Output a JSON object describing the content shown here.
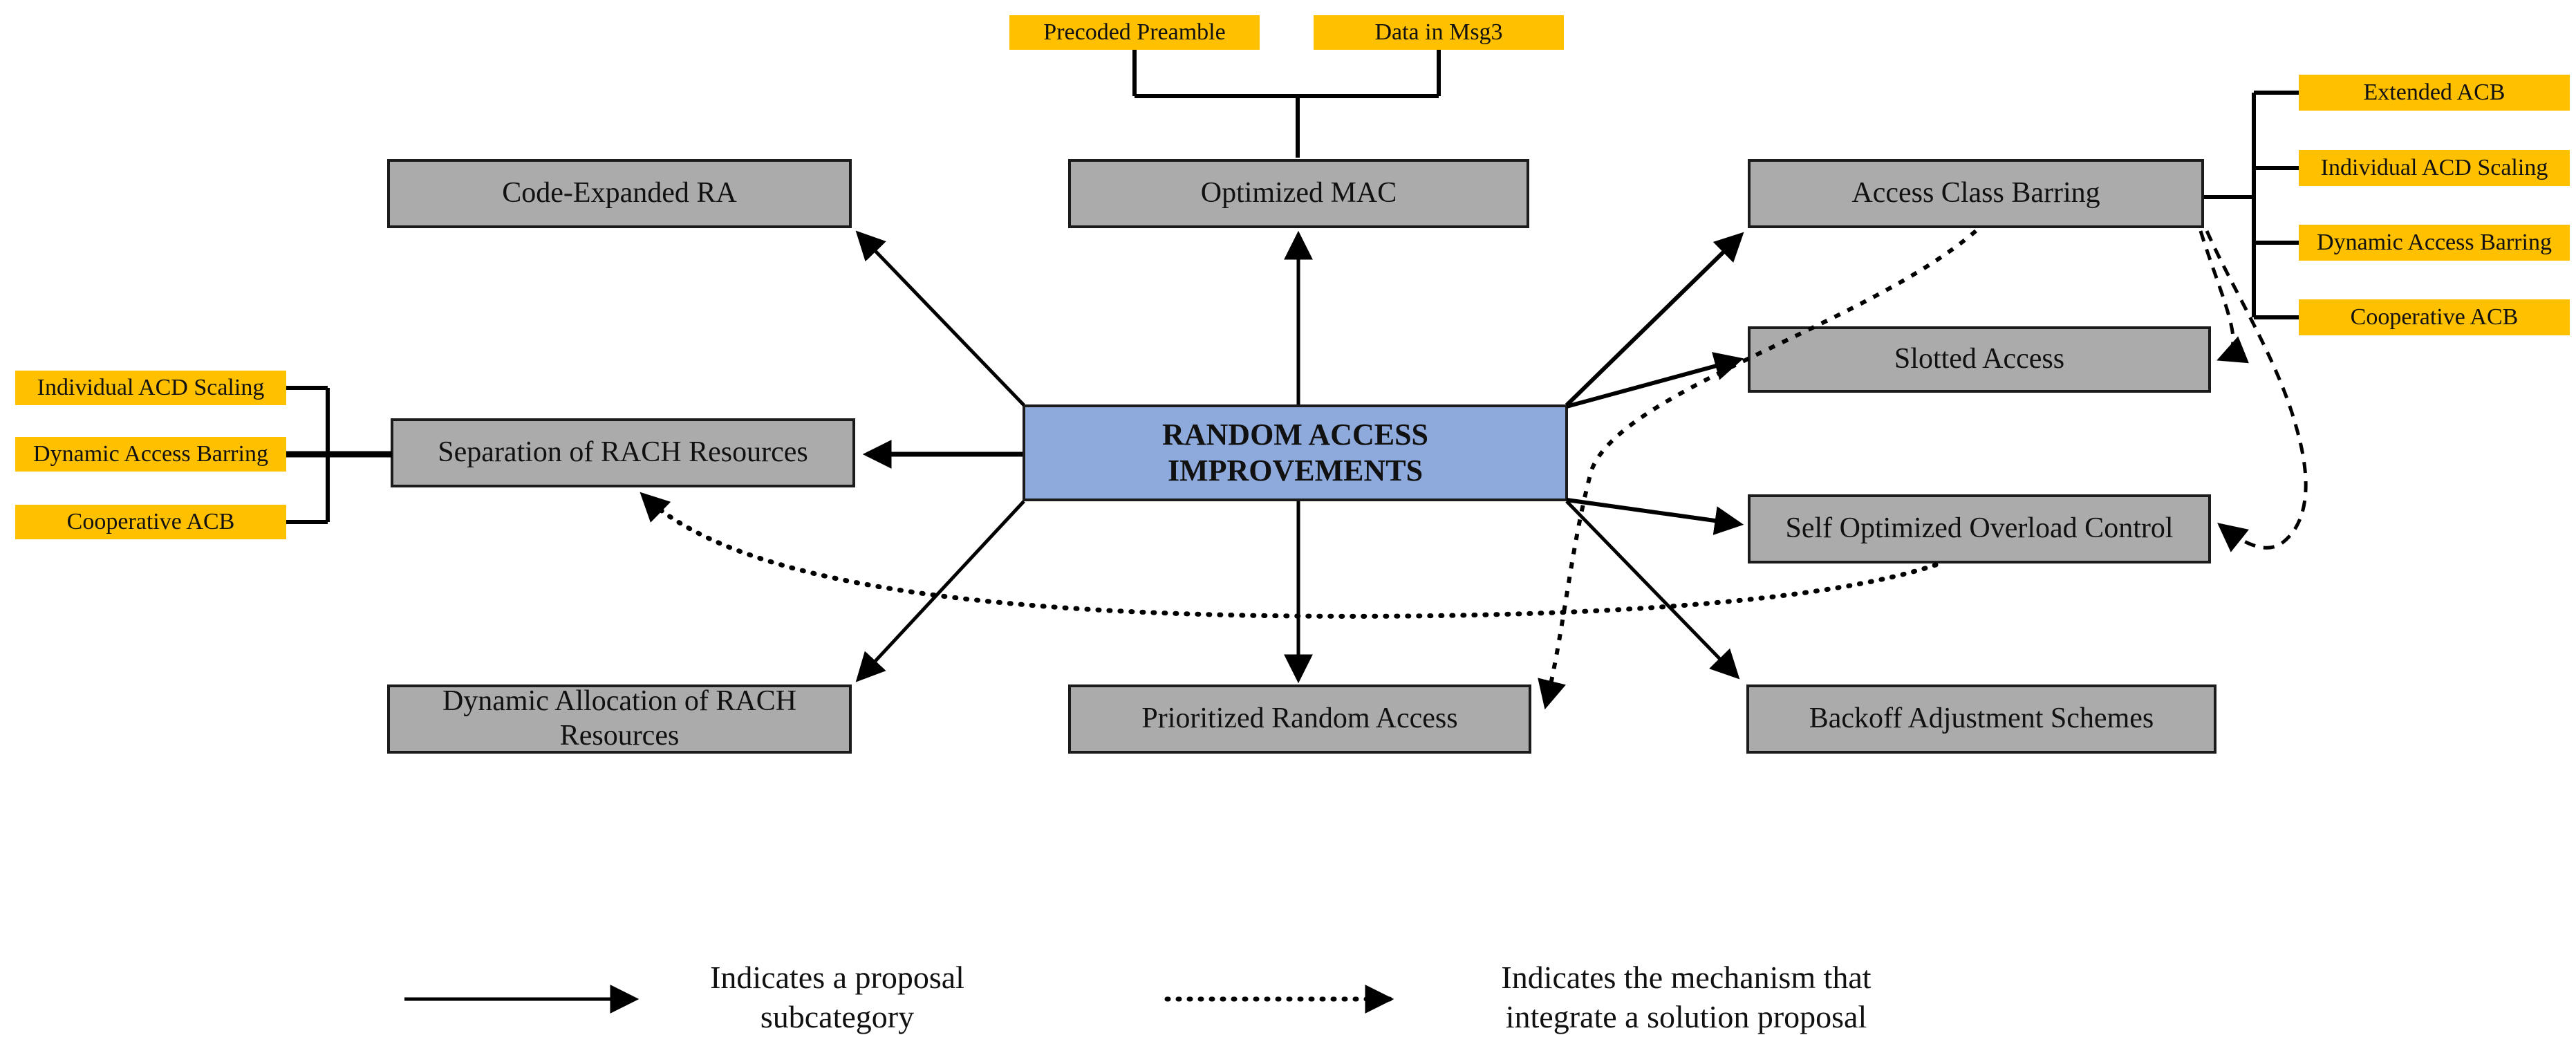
{
  "diagram": {
    "center_label": "RANDOM ACCESS IMPROVEMENTS",
    "nodes": {
      "code_expanded_ra": "Code-Expanded RA",
      "optimized_mac": "Optimized MAC",
      "access_class_barring": "Access Class Barring",
      "separation_rach": "Separation of RACH Resources",
      "slotted_access": "Slotted Access",
      "self_optimized_overload_control": "Self Optimized Overload Control",
      "dynamic_allocation_rach": "Dynamic Allocation of RACH Resources",
      "prioritized_random_access": "Prioritized Random Access",
      "backoff_adjustment_schemes": "Backoff Adjustment Schemes"
    },
    "sub_top": [
      "Precoded Preamble",
      "Data in Msg3"
    ],
    "sub_left": [
      "Individual ACD Scaling",
      "Dynamic Access Barring",
      "Cooperative ACB"
    ],
    "sub_right": [
      "Extended ACB",
      "Individual ACD Scaling",
      "Dynamic Access Barring",
      "Cooperative ACB"
    ],
    "legend": [
      {
        "style": "solid-arrow",
        "line1": "Indicates a proposal",
        "line2": "subcategory"
      },
      {
        "style": "dotted-arrow",
        "line1": "Indicates the mechanism that",
        "line2": "integrate a solution proposal"
      }
    ],
    "colors": {
      "category_box_fill": "#ABABAB",
      "category_box_border": "#1B1B1B",
      "mechanism_chip_fill": "#FFC000",
      "center_box_fill": "#8EA9DB",
      "line_color": "#000000",
      "background": "#FFFFFF"
    }
  }
}
